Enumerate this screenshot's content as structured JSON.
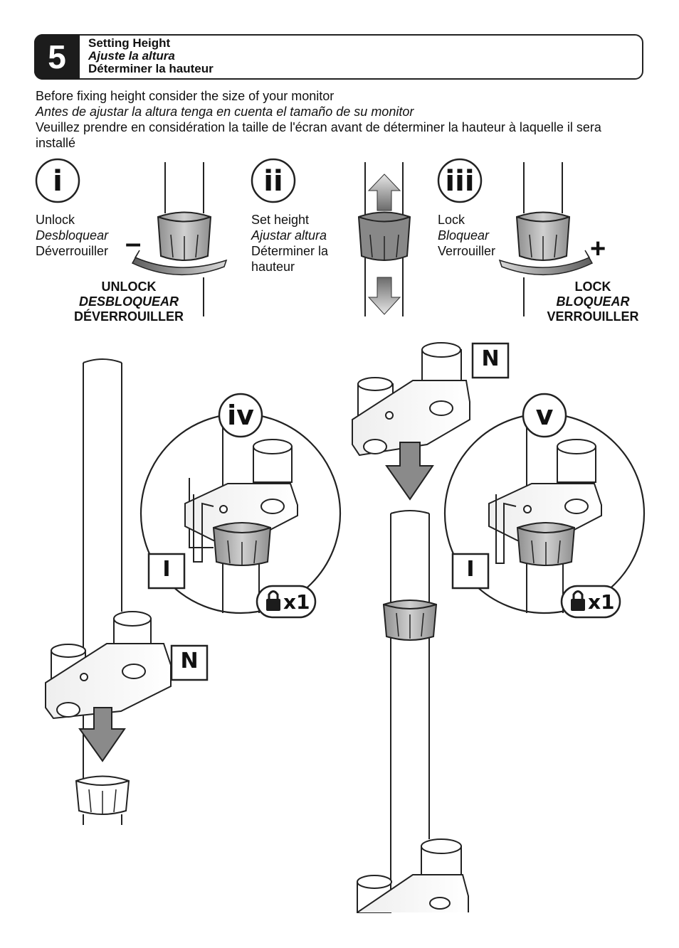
{
  "header": {
    "step_number": "5",
    "title_en": "Setting Height",
    "title_es": "Ajuste la altura",
    "title_fr": "Déterminer la hauteur"
  },
  "intro": {
    "en": "Before fixing height consider the size of your monitor",
    "es": "Antes de ajustar la altura tenga en cuenta el tamaño de su monitor",
    "fr": "Veuillez prendre en considération la taille de l'écran avant de déterminer la hauteur à laquelle il sera installé"
  },
  "steps": {
    "i": {
      "badge": "i",
      "en": "Unlock",
      "es": "Desbloquear",
      "fr": "Déverrouiller",
      "sign": "–",
      "caption_en": "UNLOCK",
      "caption_es": "DESBLOQUEAR",
      "caption_fr": "DÉVERROUILLER"
    },
    "ii": {
      "badge": "ii",
      "en": "Set height",
      "es": "Ajustar altura",
      "fr1": "Déterminer la",
      "fr2": "hauteur"
    },
    "iii": {
      "badge": "iii",
      "en": "Lock",
      "es": "Bloquear",
      "fr": "Verrouiller",
      "sign": "+",
      "caption_en": "LOCK",
      "caption_es": "BLOQUEAR",
      "caption_fr": "VERROUILLER"
    },
    "iv": {
      "badge": "iv",
      "part_label": "I",
      "lock_count": "x1"
    },
    "v": {
      "badge": "v",
      "part_label": "I",
      "lock_count": "x1"
    }
  },
  "parts": {
    "bracket_label": "N"
  },
  "colors": {
    "dark": "#1c1c1c",
    "gray_arrow": "#7a7a7a",
    "collar": "#9a9a9a"
  }
}
